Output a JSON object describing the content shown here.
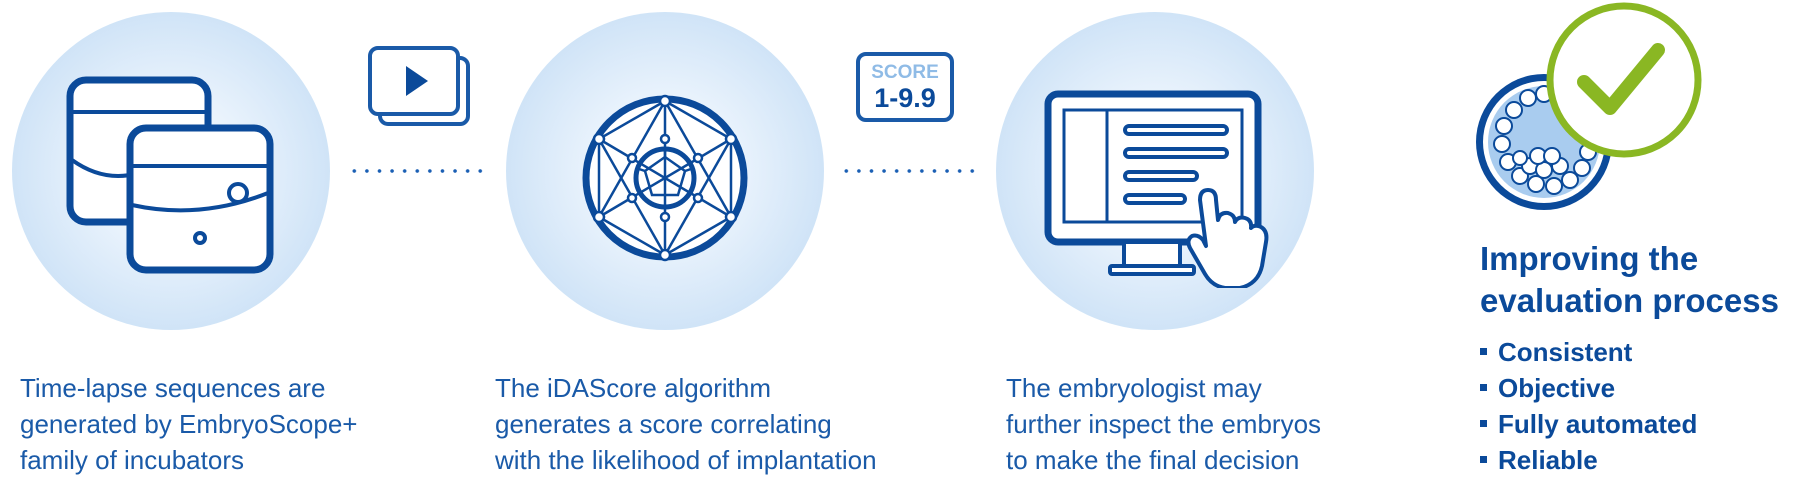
{
  "steps": [
    {
      "caption": [
        "Time-lapse sequences are",
        "generated by EmbryoScope+",
        "family of incubators"
      ],
      "icon": "incubator-icon"
    },
    {
      "caption": [
        "The iDAScore algorithm",
        "generates a score correlating",
        "with the likelihood of implantation"
      ],
      "icon": "algorithm-network-icon"
    },
    {
      "caption": [
        "The embryologist may",
        "further inspect the embryos",
        "to make the final decision"
      ],
      "icon": "monitor-hand-icon"
    }
  ],
  "connectors": [
    {
      "icon": "play-video-icon"
    },
    {
      "icon": "score-badge",
      "label_top": "SCORE",
      "label_bottom": "1-9.9"
    }
  ],
  "summary": {
    "heading": [
      "Improving the",
      "evaluation process"
    ],
    "bullets": [
      "Consistent",
      "Objective",
      "Fully automated",
      "Reliable"
    ],
    "icon": "embryo-checkmark-icon"
  },
  "colors": {
    "primary": "#0b4a9a",
    "circle": "#bcd8f3",
    "check": "#8ab723",
    "score_label": "#8fbbe6"
  }
}
